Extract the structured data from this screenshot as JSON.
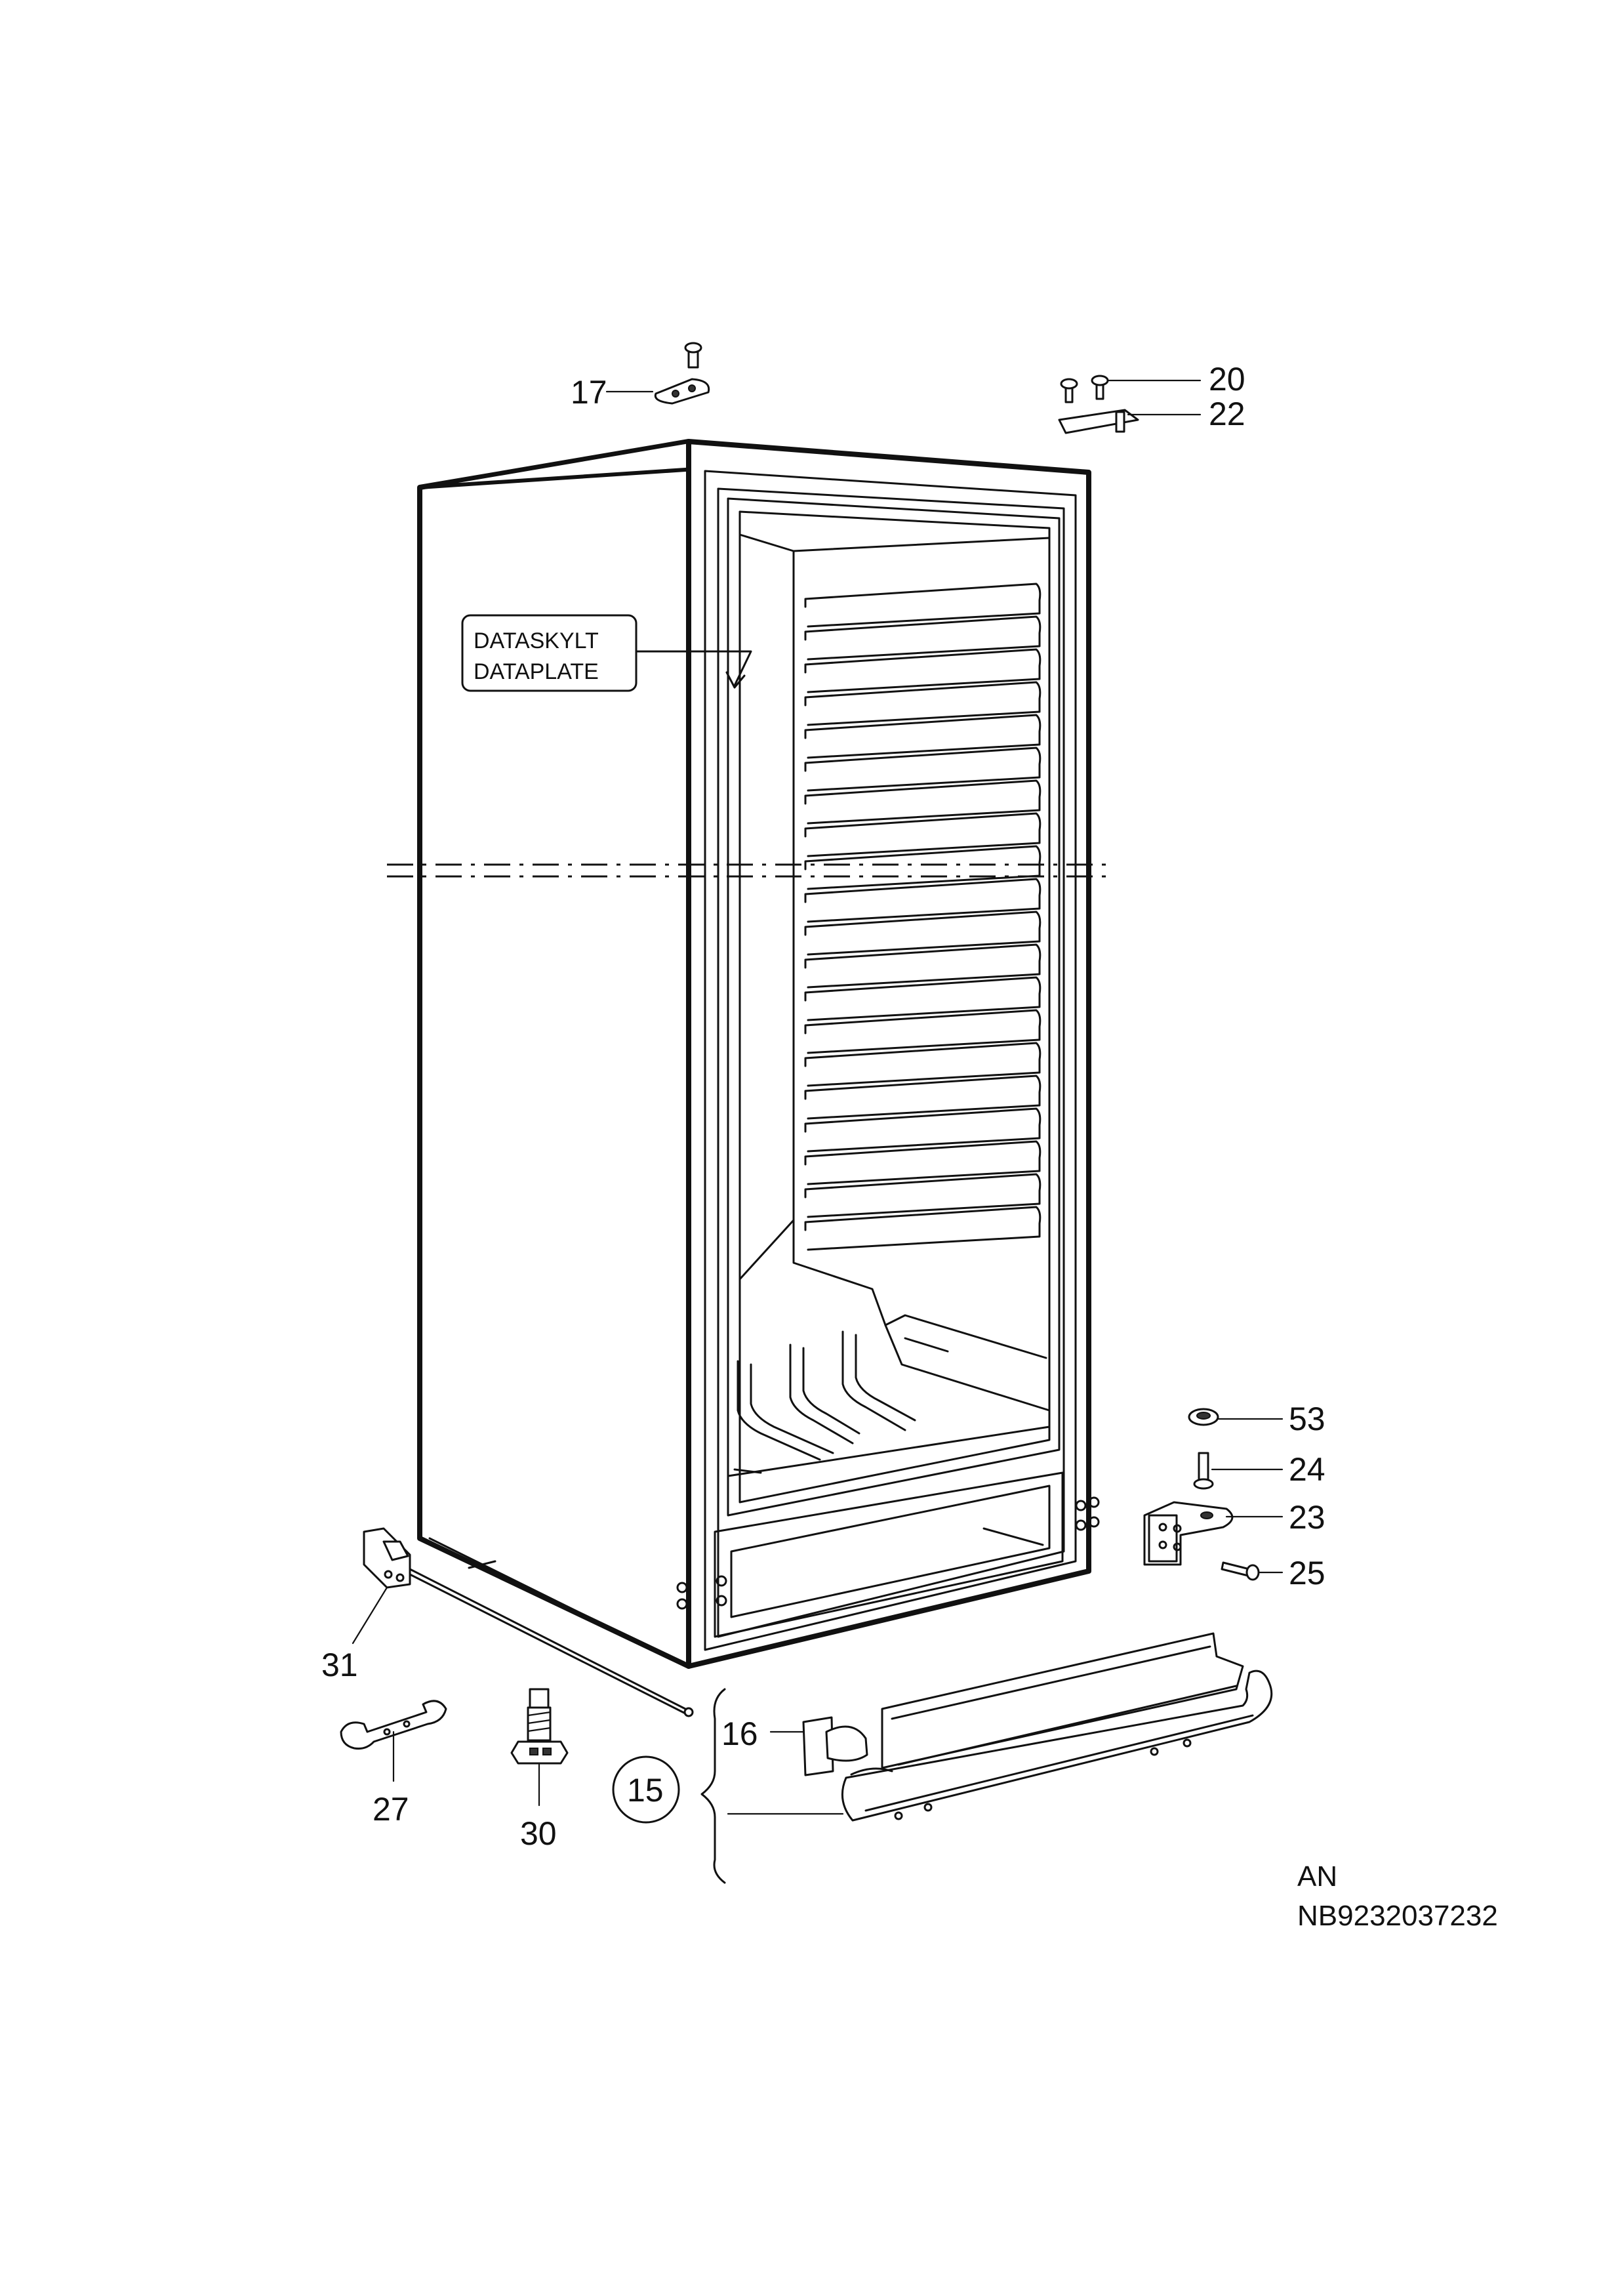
{
  "diagram": {
    "data_plate": {
      "line1": "DATASKYLT",
      "line2": "DATAPLATE"
    },
    "callouts": {
      "p15": "15",
      "p16": "16",
      "p17": "17",
      "p20": "20",
      "p22": "22",
      "p23": "23",
      "p24": "24",
      "p25": "25",
      "p27": "27",
      "p30": "30",
      "p31": "31",
      "p53": "53"
    },
    "footer": {
      "line1": "AN",
      "line2": "NB9232037232"
    }
  }
}
